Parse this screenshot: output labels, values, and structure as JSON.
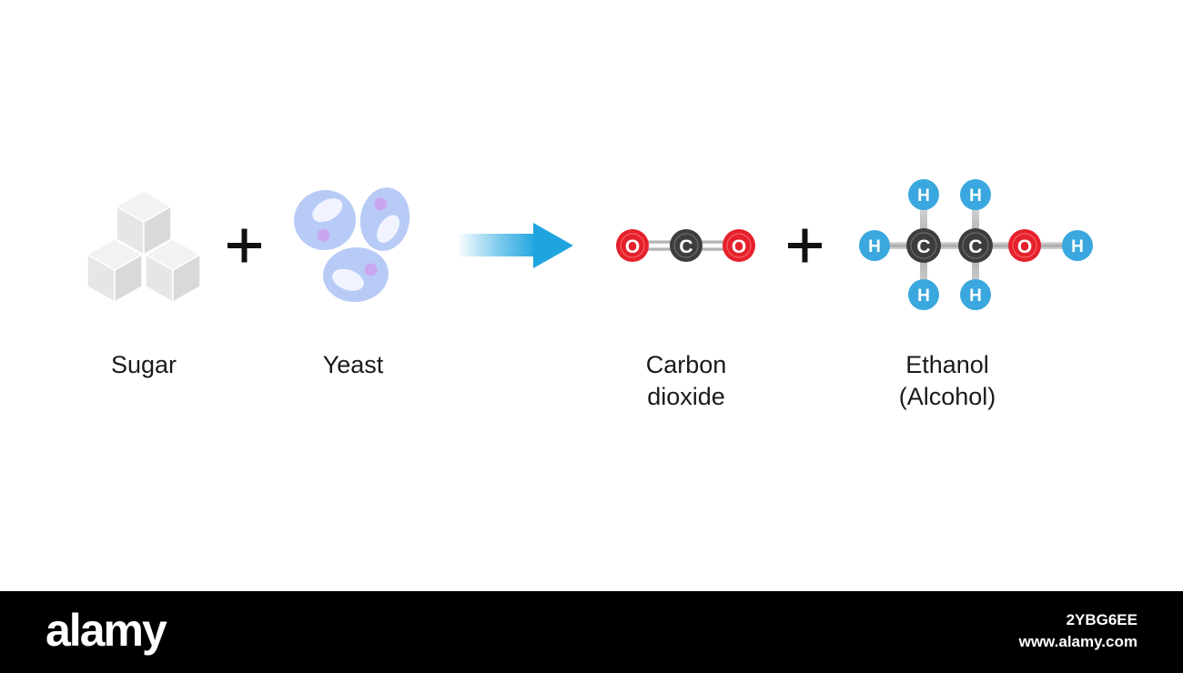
{
  "labels": {
    "sugar": "Sugar",
    "yeast": "Yeast",
    "co2_line1": "Carbon",
    "co2_line2": "dioxide",
    "ethanol_line1": "Ethanol",
    "ethanol_line2": "(Alcohol)"
  },
  "operators": {
    "plus": "+"
  },
  "atoms": {
    "oxygen": "O",
    "carbon": "C",
    "hydrogen": "H"
  },
  "footer": {
    "brand": "alamy",
    "image_id": "2YBG6EE",
    "site": "www.alamy.com"
  },
  "colors": {
    "oxygen": "#e5212b",
    "carbon": "#3d3d3d",
    "hydrogen": "#3aa8de",
    "arrow": "#1fa4e0",
    "sugar_cube": "#e6e6e6",
    "yeast_cell": "#b8cbf7",
    "yeast_vacuole": "#f1f4ff",
    "yeast_nucleus": "#c8a7f0"
  }
}
